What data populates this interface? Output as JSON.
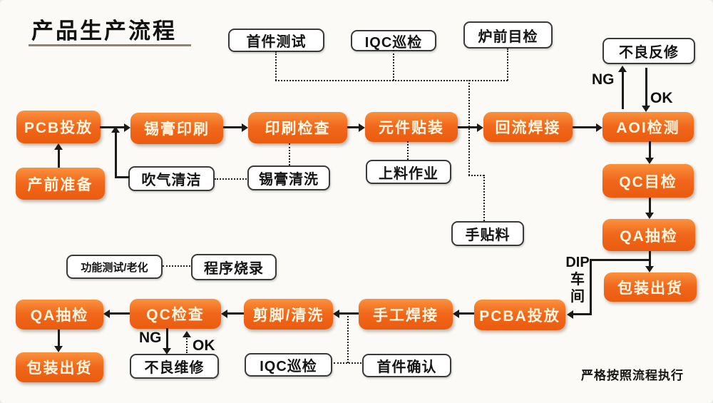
{
  "title": "产品生产流程",
  "footer": "严格按照流程执行",
  "labels": {
    "ng": "NG",
    "ok": "OK",
    "dip1": "DIP",
    "dip2": "车",
    "dip3": "间"
  },
  "colors": {
    "box_orange": "#f1671b",
    "box_text_cream": "#fff7e2",
    "line": "#1b1b1b",
    "underline": "#8c8376",
    "background": "#fbfaf6"
  },
  "nodes": {
    "first_test": "首件测试",
    "iqc_patrol_top": "IQC巡检",
    "furnace_visual": "炉前目检",
    "defect_rework": "不良反修",
    "pcb_feed": "PCB投放",
    "solder_paste_print": "锡膏印刷",
    "print_inspect": "印刷检查",
    "component_place": "元件贴装",
    "reflow_solder": "回流焊接",
    "aoi_inspect": "AOI检测",
    "pre_production": "产前准备",
    "air_blow_clean": "吹气清洁",
    "paste_clean": "锡膏清洗",
    "material_loading": "上料作业",
    "hand_place": "手贴料",
    "qc_visual": "QC目检",
    "qa_sampling_right": "QA抽检",
    "packing_right": "包装出货",
    "function_test": "功能测试/老化",
    "programming": "程序烧录",
    "qa_sampling_bottom": "QA抽检",
    "qc_inspect": "QC检查",
    "trim_clean": "剪脚/清洗",
    "hand_solder": "手工焊接",
    "pcba_feed": "PCBA投放",
    "packing_bottom": "包装出货",
    "defect_repair": "不良维修",
    "iqc_patrol_bottom": "IQC巡检",
    "first_confirm": "首件确认"
  }
}
